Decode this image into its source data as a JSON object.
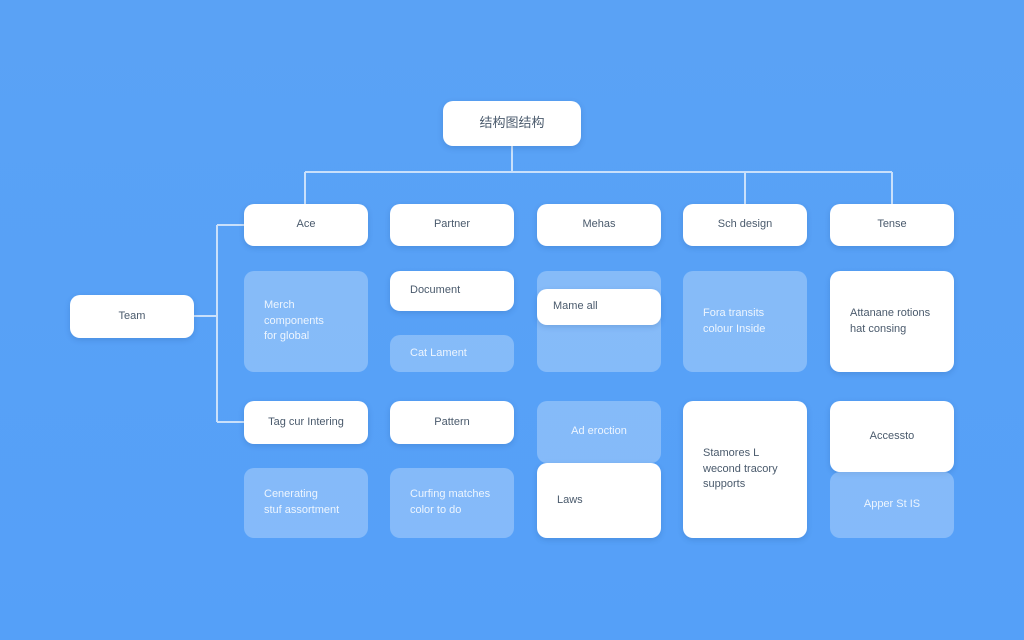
{
  "title": "结构图结构",
  "root": {
    "label": "Team"
  },
  "categories": [
    {
      "label": "Ace"
    },
    {
      "label": "Partner"
    },
    {
      "label": "Mehas"
    },
    {
      "label": "Sch design"
    },
    {
      "label": "Tense"
    }
  ],
  "cards": {
    "c1_r1": "Merch components\nfor global",
    "c1_r2": "Tag cur Intering",
    "c1_r3": "Cenerating\nstuf assortment",
    "c2_r1": "Document",
    "c2_r2": "Cat Lament",
    "c2_r3": "Pattern",
    "c2_r4": "Curfing matches\ncolor to do",
    "c3_r1": "Mame all",
    "c3_r2": "Ad eroction",
    "c3_r3": "Laws",
    "c4_r1": "Fora transits\ncolour Inside",
    "c4_r2": "Stamores L\nwecond tracory\nsupports",
    "c5_r1": "Attanane rotions\nhat consing",
    "c5_r2": "Accessto",
    "c5_r3": "Apper St IS"
  },
  "colors": {
    "background": "#5aa2f5",
    "node": "#ffffff",
    "connector": "#c9e0fb"
  }
}
